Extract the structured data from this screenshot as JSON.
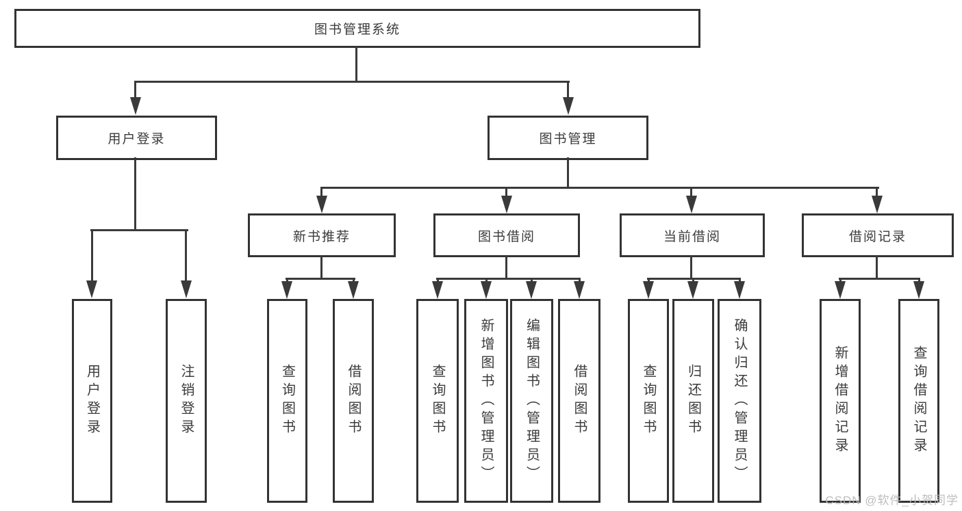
{
  "diagram": {
    "title": "图书管理系统",
    "root": "图书管理系统",
    "branches": [
      {
        "label": "用户登录",
        "children": [
          "用户登录",
          "注销登录"
        ]
      },
      {
        "label": "图书管理",
        "children": [
          {
            "label": "新书推荐",
            "children": [
              "查询图书",
              "借阅图书"
            ]
          },
          {
            "label": "图书借阅",
            "children": [
              "查询图书",
              "新增图书（管理员）",
              "编辑图书（管理员）",
              "借阅图书"
            ]
          },
          {
            "label": "当前借阅",
            "children": [
              "查询图书",
              "归还图书",
              "确认归还（管理员）"
            ]
          },
          {
            "label": "借阅记录",
            "children": [
              "新增借阅记录",
              "查询借阅记录"
            ]
          }
        ]
      }
    ]
  },
  "watermark": {
    "text": "CSDN @软件_小贺同学"
  },
  "colors": {
    "box_border": "#333333",
    "connector_line": "#3a3a3a",
    "text": "#3b3b3b",
    "watermark_text": "#b9b9b9",
    "background": "#ffffff"
  }
}
